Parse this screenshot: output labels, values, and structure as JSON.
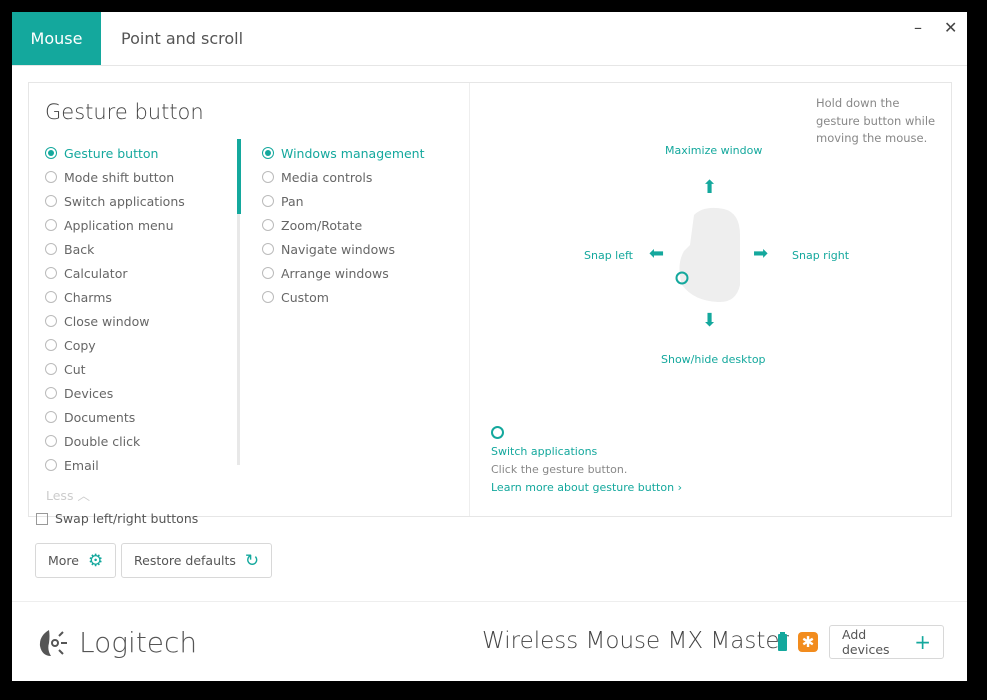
{
  "tabs": [
    {
      "label": "Mouse"
    },
    {
      "label": "Point and scroll"
    }
  ],
  "window": {
    "minimize": "–",
    "close": "✕"
  },
  "panel": {
    "title": "Gesture button",
    "buttons": [
      "Gesture button",
      "Mode shift button",
      "Switch applications",
      "Application menu",
      "Back",
      "Calculator",
      "Charms",
      "Close window",
      "Copy",
      "Cut",
      "Devices",
      "Documents",
      "Double click",
      "Email"
    ],
    "actions": [
      "Windows management",
      "Media controls",
      "Pan",
      "Zoom/Rotate",
      "Navigate windows",
      "Arrange windows",
      "Custom"
    ],
    "less": "Less",
    "hint": "Hold down the gesture button while moving the mouse.",
    "directions": {
      "up": "Maximize window",
      "left": "Snap left",
      "right": "Snap right",
      "down": "Show/hide desktop"
    },
    "click_title": "Switch applications",
    "click_desc": "Click the gesture button.",
    "learn_more": "Learn more about gesture button"
  },
  "swap": "Swap left/right buttons",
  "more": "More",
  "restore": "Restore defaults",
  "brand": "Logitech",
  "device": "Wireless Mouse MX Master",
  "add_devices": "Add devices",
  "colors": {
    "accent": "#14a89d",
    "unifying": "#f28c1e"
  }
}
